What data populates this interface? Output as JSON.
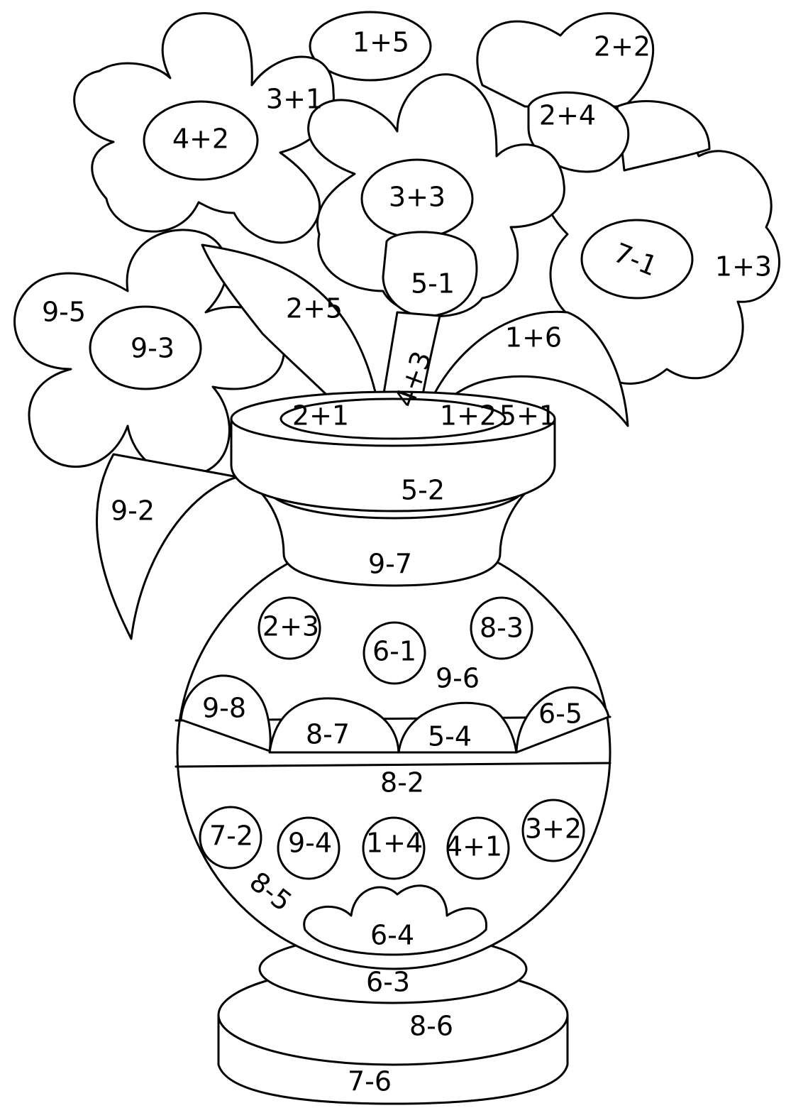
{
  "page": {
    "background": "#ffffff",
    "ink": "#000000"
  },
  "labels": {
    "f1_petal_top": "1+5",
    "f1_petal_right": "3+1",
    "f1_center": "4+2",
    "f2_petal_top": "2+2",
    "f2_petal_left": "2+4",
    "f3_center": "3+3",
    "f3_petal_bottom": "5-1",
    "f4_center": "7-1",
    "f4_petal_right": "1+3",
    "f5_petal_left": "9-5",
    "f5_center": "9-3",
    "leaf_left_top": "2+5",
    "stem_middle": "4+3",
    "leaf_right": "1+6",
    "leaf_left_bottom": "9-2",
    "mouth_left": "2+1",
    "mouth_right": "1+2",
    "mouth_edge": "5+1",
    "rim": "5-2",
    "neck": "9-7",
    "dot_top_left": "2+3",
    "dot_top_mid": "6-1",
    "dot_top_right": "8-3",
    "body_upper": "9-6",
    "scallop_1": "9-8",
    "scallop_2": "8-7",
    "scallop_3": "5-4",
    "scallop_4": "6-5",
    "band": "8-2",
    "dot_1": "7-2",
    "dot_2": "9-4",
    "dot_3": "1+4",
    "dot_4": "4+1",
    "dot_5": "3+2",
    "body_lower": "8-5",
    "bottom_flower": "6-4",
    "base_upper": "6-3",
    "base_lower": "8-6",
    "base_front": "7-6"
  }
}
